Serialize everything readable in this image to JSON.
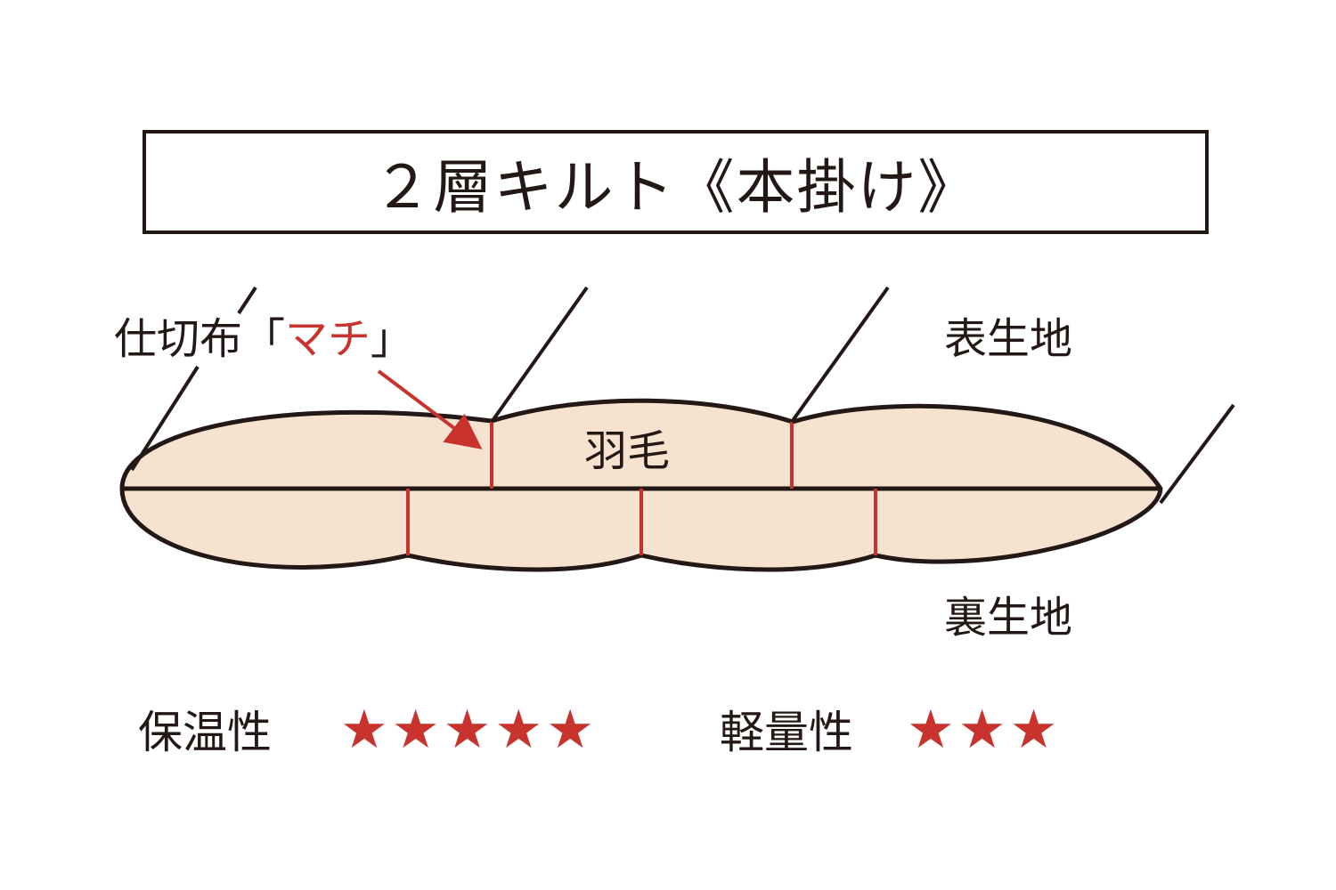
{
  "title": "２層キルト《本掛け》",
  "labels": {
    "partition_prefix": "仕切布「",
    "partition_highlight": "マチ",
    "partition_suffix": "」",
    "top_fabric": "表生地",
    "down": "羽毛",
    "bottom_fabric": "裏生地"
  },
  "ratings": [
    {
      "label": "保温性",
      "stars": 5
    },
    {
      "label": "軽量性",
      "stars": 3
    }
  ],
  "colors": {
    "fill": "#f6e3cf",
    "outline": "#231815",
    "accent": "#c8342d"
  }
}
